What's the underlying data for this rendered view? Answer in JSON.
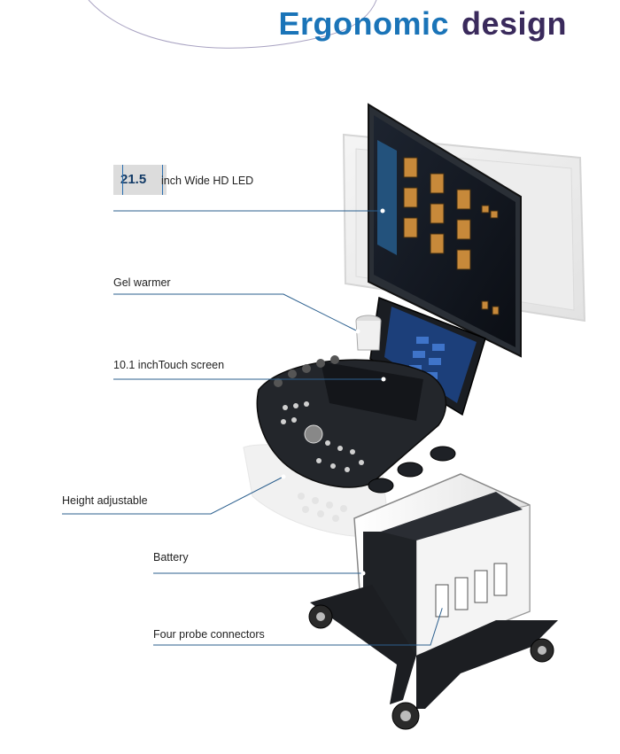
{
  "title": {
    "word1": "Ergonomic",
    "word2": "design"
  },
  "screen_spec": {
    "size": "21.5",
    "text": "inch Wide HD LED"
  },
  "callouts": {
    "gel_warmer": "Gel warmer",
    "touch_screen": "10.1 inchTouch screen",
    "height_adjustable": "Height adjustable",
    "battery": "Battery",
    "probe_connectors": "Four probe connectors"
  },
  "colors": {
    "title_blue": "#1a74b8",
    "title_purple": "#3a2a5c",
    "leader_line": "#2b5f8e"
  }
}
